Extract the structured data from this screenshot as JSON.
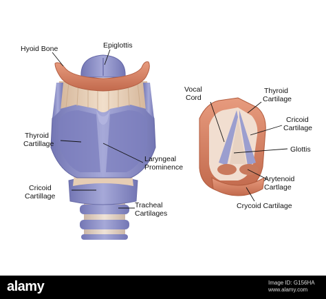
{
  "labels": {
    "hyoid_bone": "Hyoid Bone",
    "epiglottis": "Epiglottis",
    "thyroid_cartilage_left_1": "Thyroid",
    "thyroid_cartilage_left_2": "Cartillage",
    "laryngeal_1": "Laryngeal",
    "laryngeal_2": "Prominence",
    "cricoid_left_1": "Cricoid",
    "cricoid_left_2": "Cartillage",
    "tracheal_1": "Tracheal",
    "tracheal_2": "Cartilages",
    "vocal_1": "Vocal",
    "vocal_2": "Cord",
    "thyroid_right_1": "Thyroid",
    "thyroid_right_2": "Cartilage",
    "cricoid_right_1": "Cricoid",
    "cricoid_right_2": "Cartilage",
    "glottis": "Glottis",
    "arytenoid_1": "Arytenoid",
    "arytenoid_2": "Cartlage",
    "crycoid": "Crycoid Cartilage"
  },
  "footer": {
    "brand": "alamy",
    "image_id_label": "Image ID: G156HA",
    "site": "www.alamy.com"
  },
  "colors": {
    "cartilage_blue": "#8c8fc6",
    "bone_orange": "#d78264",
    "ligament_tan": "#e6cdb4"
  }
}
